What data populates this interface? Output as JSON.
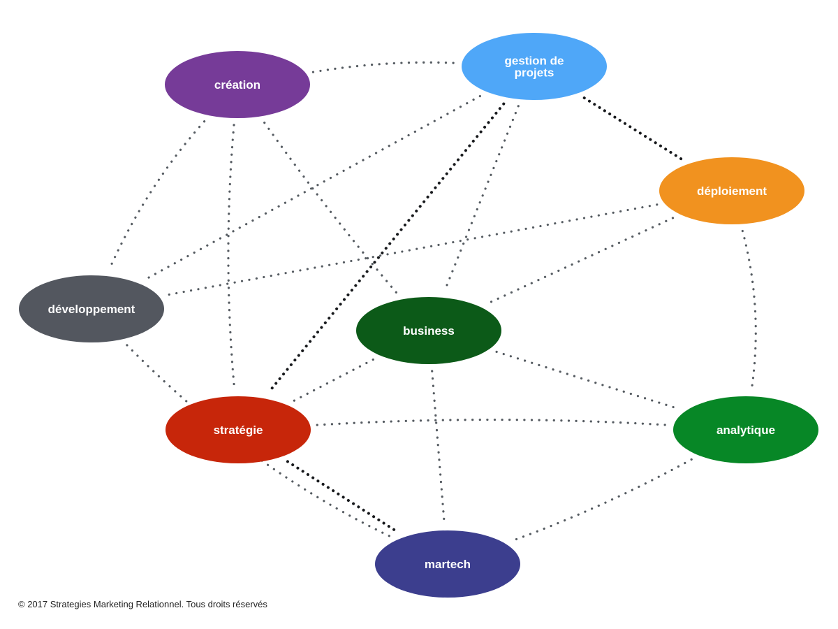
{
  "nodes": [
    {
      "id": "creation",
      "lines": [
        "création"
      ],
      "color": "#763b98"
    },
    {
      "id": "gestion-projets",
      "lines": [
        "gestion de",
        "projets"
      ],
      "color": "#4fa7f8"
    },
    {
      "id": "deploiement",
      "lines": [
        "déploiement"
      ],
      "color": "#f1921f"
    },
    {
      "id": "developpement",
      "lines": [
        "développement"
      ],
      "color": "#53575f"
    },
    {
      "id": "business",
      "lines": [
        "business"
      ],
      "color": "#0c5a18"
    },
    {
      "id": "strategie",
      "lines": [
        "stratégie"
      ],
      "color": "#c7260a"
    },
    {
      "id": "analytique",
      "lines": [
        "analytique"
      ],
      "color": "#078726"
    },
    {
      "id": "martech",
      "lines": [
        "martech"
      ],
      "color": "#3c3e8e"
    }
  ],
  "edges": [
    {
      "from": "creation",
      "to": "gestion-projets",
      "style": "light"
    },
    {
      "from": "creation",
      "to": "developpement",
      "style": "light"
    },
    {
      "from": "creation",
      "to": "strategie",
      "style": "light"
    },
    {
      "from": "creation",
      "to": "business",
      "style": "light"
    },
    {
      "from": "gestion-projets",
      "to": "deploiement",
      "style": "dark"
    },
    {
      "from": "gestion-projets",
      "to": "developpement",
      "style": "light"
    },
    {
      "from": "gestion-projets",
      "to": "business",
      "style": "light"
    },
    {
      "from": "gestion-projets",
      "to": "strategie",
      "style": "dark"
    },
    {
      "from": "deploiement",
      "to": "developpement",
      "style": "light"
    },
    {
      "from": "deploiement",
      "to": "business",
      "style": "light"
    },
    {
      "from": "deploiement",
      "to": "analytique",
      "style": "light"
    },
    {
      "from": "developpement",
      "to": "martech",
      "style": "light"
    },
    {
      "from": "business",
      "to": "strategie",
      "style": "light"
    },
    {
      "from": "business",
      "to": "analytique",
      "style": "light"
    },
    {
      "from": "business",
      "to": "martech",
      "style": "light"
    },
    {
      "from": "strategie",
      "to": "analytique",
      "style": "light"
    },
    {
      "from": "strategie",
      "to": "martech",
      "style": "dark"
    },
    {
      "from": "analytique",
      "to": "martech",
      "style": "light"
    }
  ],
  "copyright": "© 2017 Strategies Marketing Relationnel. Tous droits réservés"
}
